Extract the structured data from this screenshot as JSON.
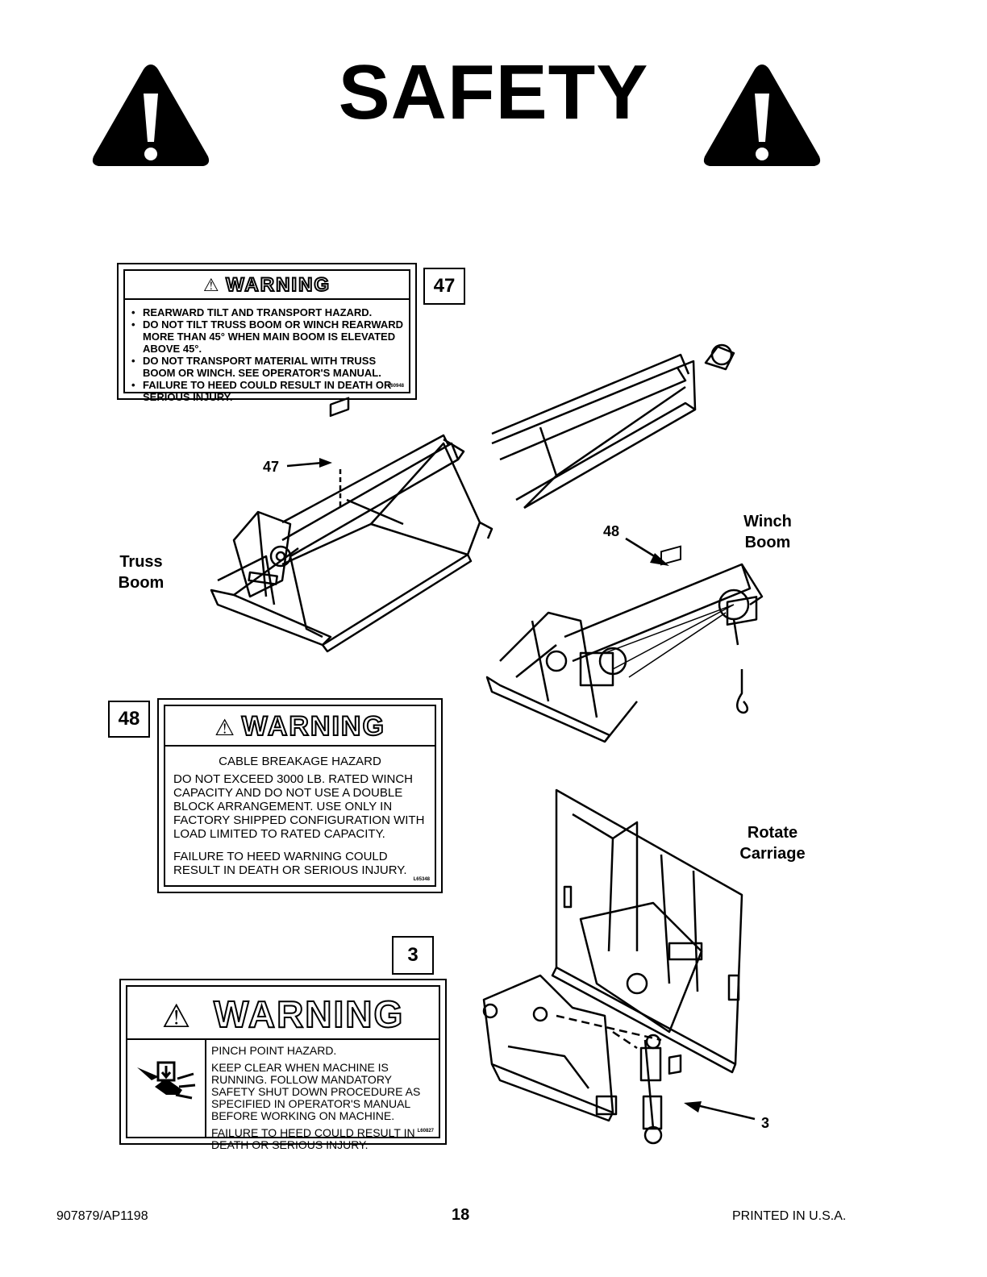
{
  "page": {
    "title": "SAFETY",
    "footer": {
      "left": "907879/AP1198",
      "center": "18",
      "right": "PRINTED IN U.S.A."
    }
  },
  "decals": {
    "d47": {
      "number": "47",
      "header": "WARNING",
      "bullets": [
        "REARWARD TILT AND TRANSPORT HAZARD.",
        "DO NOT TILT TRUSS BOOM OR WINCH REARWARD MORE THAN 45° WHEN MAIN BOOM IS ELEVATED ABOVE 45°.",
        "DO NOT TRANSPORT MATERIAL WITH TRUSS BOOM OR WINCH. SEE OPERATOR'S MANUAL.",
        "FAILURE TO HEED COULD RESULT IN DEATH OR SERIOUS INJURY."
      ],
      "code": "L60948"
    },
    "d48": {
      "number": "48",
      "header": "WARNING",
      "subtitle": "CABLE BREAKAGE HAZARD",
      "body": "DO NOT EXCEED 3000 LB. RATED WINCH CAPACITY AND DO NOT USE A DOUBLE BLOCK ARRANGEMENT.  USE ONLY IN FACTORY SHIPPED CONFIGURATION WITH LOAD LIMITED TO RATED CAPACITY.",
      "footer": "FAILURE TO HEED WARNING COULD RESULT IN DEATH OR SERIOUS INJURY.",
      "code": "L65348"
    },
    "d3": {
      "number": "3",
      "header": "WARNING",
      "subtitle": "PINCH POINT HAZARD.",
      "body": "KEEP CLEAR WHEN MACHINE IS RUNNING. FOLLOW MANDATORY SAFETY SHUT DOWN PROCEDURE AS SPECIFIED IN OPERATOR'S MANUAL BEFORE WORKING ON MACHINE.",
      "footer": "FAILURE TO HEED COULD RESULT IN DEATH OR SERIOUS INJURY.",
      "code": "L60827"
    }
  },
  "callouts": {
    "truss_num": "47",
    "winch_num": "48",
    "rotate_num": "3"
  },
  "labels": {
    "truss": [
      "Truss",
      "Boom"
    ],
    "winch": [
      "Winch",
      "Boom"
    ],
    "rotate": [
      "Rotate",
      "Carriage"
    ]
  },
  "icons": [
    "warning-triangle-icon",
    "pinch-hazard-icon"
  ]
}
